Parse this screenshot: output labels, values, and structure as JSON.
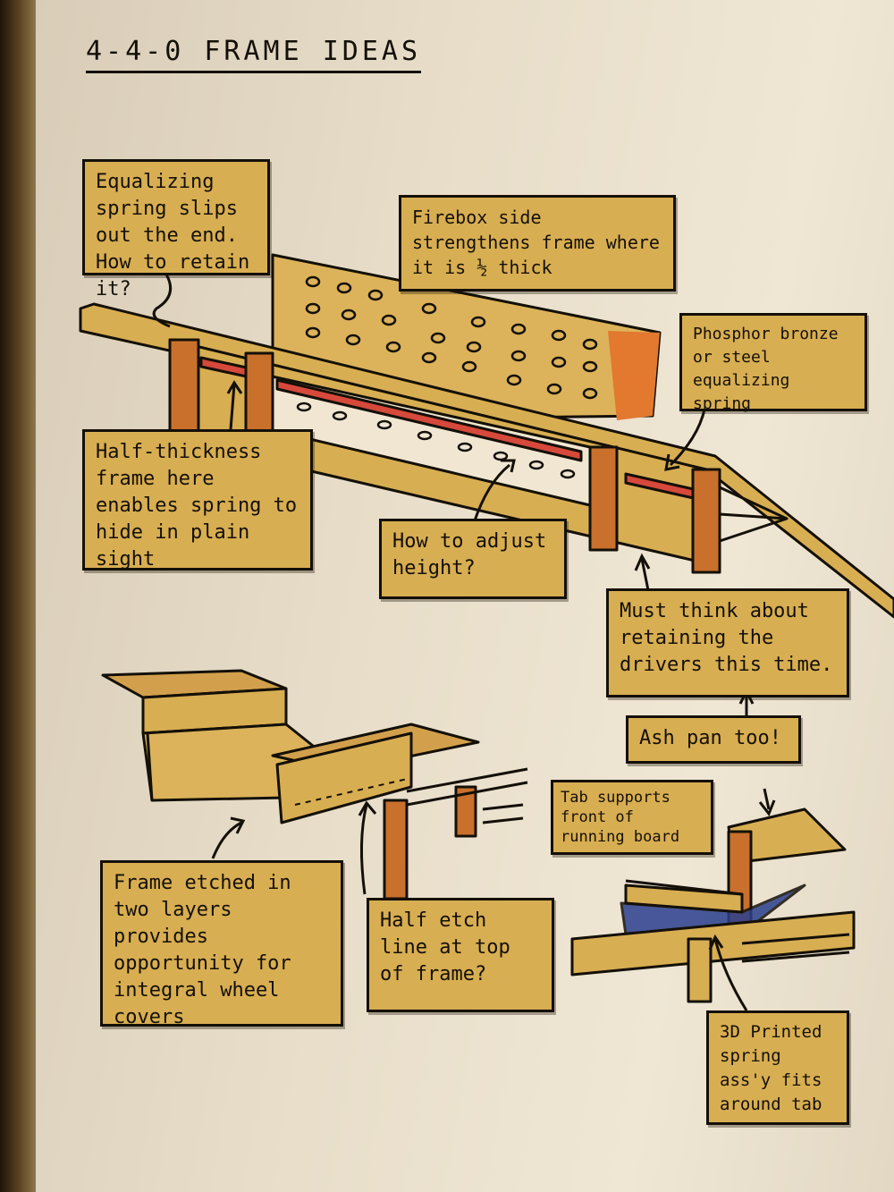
{
  "title": "4-4-0 FRAME IDEAS",
  "notes": {
    "equalizing_spring": "Equalizing spring slips out the end. How to retain it?",
    "firebox": "Firebox side strengthens frame where it is ½ thick",
    "phosphor": "Phosphor bronze or steel equalizing spring",
    "half_thickness": "Half-thickness frame here enables spring to hide in plain sight",
    "adjust_height": "How to adjust height?",
    "drivers": "Must think about retaining the drivers this time.",
    "ash_pan": "Ash pan too!",
    "tab_supports": "Tab supports front of running board",
    "frame_etched": "Frame etched in two layers provides opportunity for integral wheel covers",
    "half_etch": "Half etch line at top of frame?",
    "printed_spring": "3D Printed spring ass'y fits around tab"
  },
  "colors": {
    "paper": "#e7ddc9",
    "ink": "#141008",
    "frame_yellow": "#d8ae52",
    "frame_orange": "#c9702c",
    "spring_red": "#d6493b",
    "spring_blue": "#2a3f8f"
  },
  "icons": [
    "arrow-icon"
  ]
}
